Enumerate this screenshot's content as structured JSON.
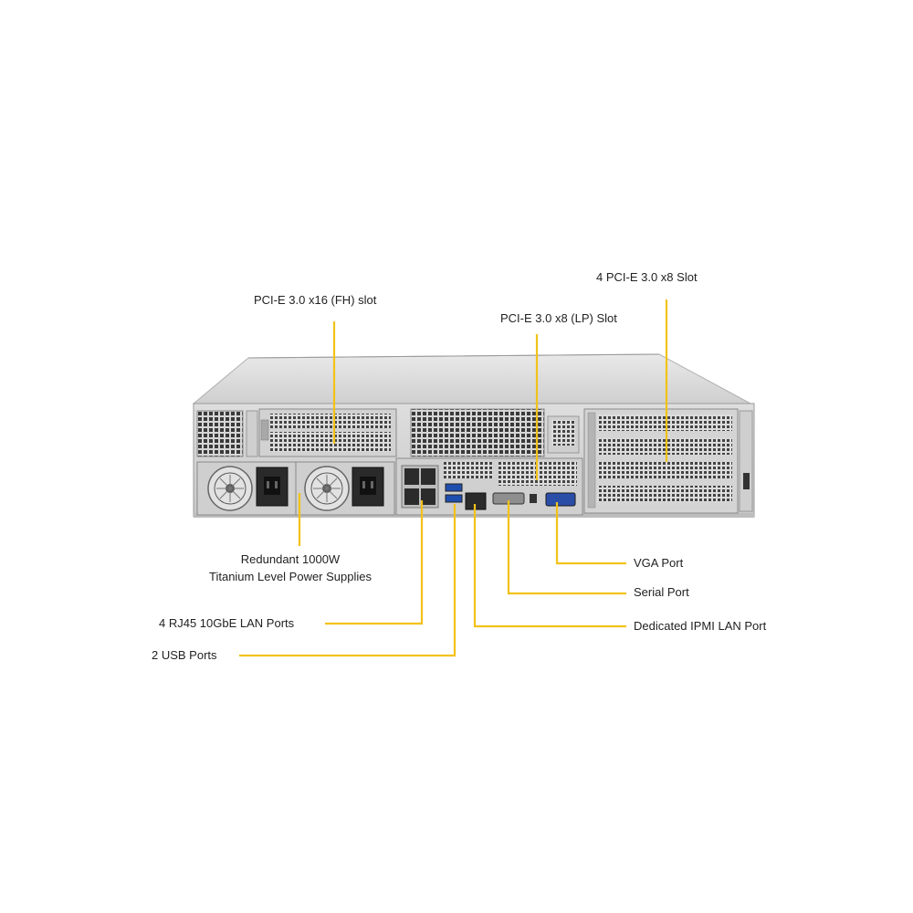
{
  "diagram": {
    "callout_color": "#f2c218",
    "labels": {
      "pcie_x16_fh_slot": "PCI-E 3.0 x16 (FH) slot",
      "pcie_x8_lp_slot": "PCI-E 3.0 x8 (LP) Slot",
      "pcie_x8_4_slots": "4 PCI-E 3.0 x8 Slot",
      "power_supplies_line1": "Redundant 1000W",
      "power_supplies_line2": "Titanium Level Power Supplies",
      "lan_ports": "4 RJ45 10GbE LAN Ports",
      "usb_ports": "2 USB Ports",
      "vga_port": "VGA Port",
      "serial_port": "Serial Port",
      "ipmi_port": "Dedicated IPMI LAN Port"
    }
  }
}
